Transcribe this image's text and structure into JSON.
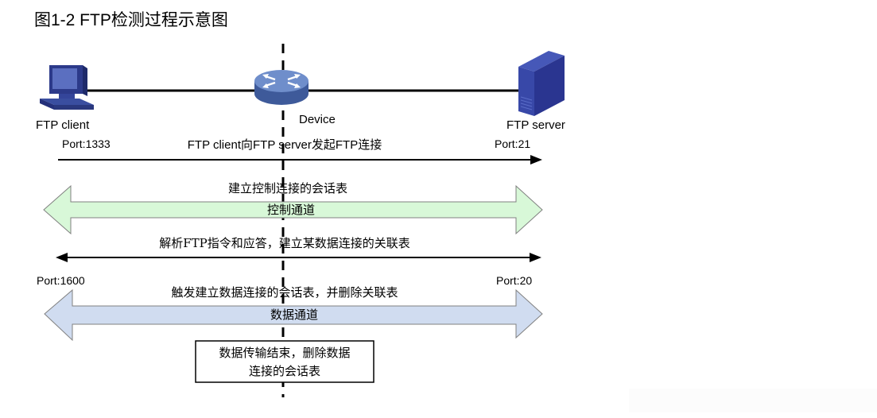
{
  "title": "图1-2 FTP检测过程示意图",
  "nodes": {
    "client": {
      "label": "FTP client",
      "icon": "computer-icon"
    },
    "device": {
      "label": "Device",
      "icon": "router-icon"
    },
    "server": {
      "label": "FTP server",
      "icon": "server-icon"
    }
  },
  "steps": {
    "connect": {
      "left_port": "Port:1333",
      "right_port": "Port:21",
      "text": "FTP client向FTP server发起FTP连接"
    },
    "control_session": {
      "text": "建立控制连接的会话表"
    },
    "control_channel": {
      "label": "控制通道",
      "color": "#d8f8d8"
    },
    "parse": {
      "text": "解析FTP指令和应答，建立某数据连接的关联表"
    },
    "data_trigger": {
      "left_port": "Port:1600",
      "right_port": "Port:20",
      "text": "触发建立数据连接的会话表，并删除关联表"
    },
    "data_channel": {
      "label": "数据通道",
      "color": "#d0dcf0"
    },
    "end_box": {
      "line1": "数据传输结束，删除数据",
      "line2": "连接的会话表"
    }
  },
  "colors": {
    "device_blue": "#5a78b8",
    "server_blue": "#2e3a8c",
    "arrow_outline": "#808080"
  }
}
